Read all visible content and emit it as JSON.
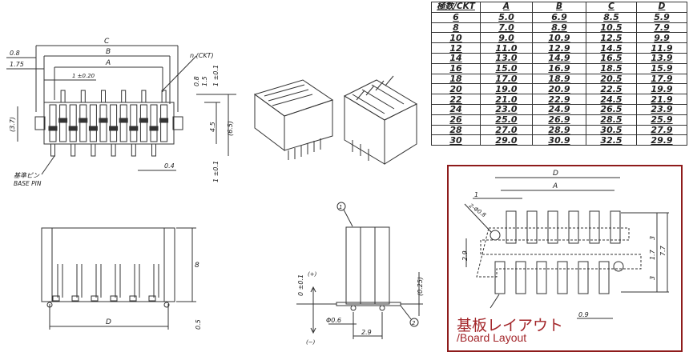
{
  "front_view": {
    "dim_c": "C",
    "dim_b": "B",
    "dim_a": "A",
    "dim_0_8": "0.8",
    "dim_1_75": "1.75",
    "pitch": "1 ±0.20",
    "ckt": "n (CKT)",
    "v_0_8": "0.8",
    "v_1_5": "1.5",
    "v_1_top": "1 ±0.1",
    "v_4_5": "4.5",
    "v_6_5": "(6.5)",
    "v_3_7": "(3.7)",
    "dim_0_4": "0.4",
    "v_1_bottom": "1 ±0.1",
    "base_pin_jp": "基準ピン",
    "base_pin_en": "BASE PIN"
  },
  "side_view": {
    "height": "8",
    "dim_d": "D",
    "dim_0_5": "0.5"
  },
  "end_view": {
    "callout_1": "1",
    "callout_2": "2",
    "plus": "(+)",
    "minus": "(−)",
    "tol": "0 ±0.1",
    "dim_0_25": "(0.25)",
    "phi": "Φ0.6",
    "dim_2_9": "2.9"
  },
  "table": {
    "headers": [
      "極数/CKT",
      "A",
      "B",
      "C",
      "D"
    ],
    "rows": [
      [
        "6",
        "5.0",
        "6.9",
        "8.5",
        "5.9"
      ],
      [
        "8",
        "7.0",
        "8.9",
        "10.5",
        "7.9"
      ],
      [
        "10",
        "9.0",
        "10.9",
        "12.5",
        "9.9"
      ],
      [
        "12",
        "11.0",
        "12.9",
        "14.5",
        "11.9"
      ],
      [
        "14",
        "13.0",
        "14.9",
        "16.5",
        "13.9"
      ],
      [
        "16",
        "15.0",
        "16.9",
        "18.5",
        "15.9"
      ],
      [
        "18",
        "17.0",
        "18.9",
        "20.5",
        "17.9"
      ],
      [
        "20",
        "19.0",
        "20.9",
        "22.5",
        "19.9"
      ],
      [
        "22",
        "21.0",
        "22.9",
        "24.5",
        "21.9"
      ],
      [
        "24",
        "23.0",
        "24.9",
        "26.5",
        "23.9"
      ],
      [
        "26",
        "25.0",
        "26.9",
        "28.5",
        "25.9"
      ],
      [
        "28",
        "27.0",
        "28.9",
        "30.5",
        "27.9"
      ],
      [
        "30",
        "29.0",
        "30.9",
        "32.5",
        "29.9"
      ]
    ]
  },
  "board_layout": {
    "title_jp": "基板レイアウト",
    "title_en": "/Board Layout",
    "dim_d": "D",
    "dim_a": "A",
    "dim_1": "1",
    "holes": "2-Φ0.8",
    "dim_2_9": "2.9",
    "dim_3_top": "3",
    "dim_1_7": "1.7",
    "dim_7_7": "7.7",
    "dim_3_bottom": "3",
    "dim_0_9": "0.9",
    "frame_color": "#8e1b1b",
    "text_color": "#a3262a"
  }
}
